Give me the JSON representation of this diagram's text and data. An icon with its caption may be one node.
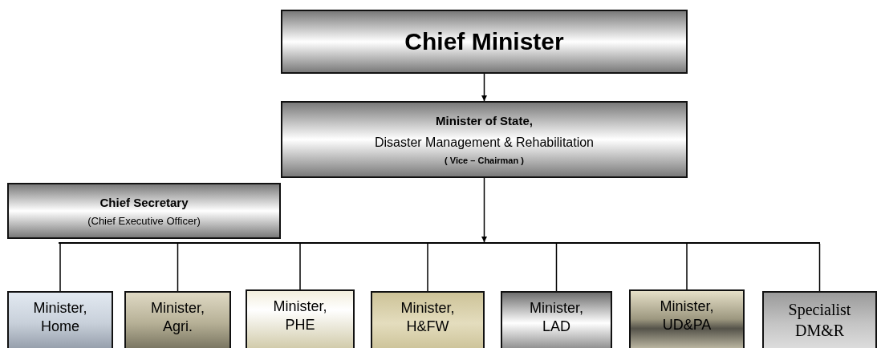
{
  "diagram": {
    "nodes": [
      {
        "text": [
          "Chief Minister"
        ]
      },
      {
        "text": [
          "Minister of State,",
          "Disaster Management & Rehabilitation",
          "( Vice – Chairman )"
        ]
      },
      {
        "text": [
          "Chief Secretary",
          "(Chief Executive Officer)"
        ]
      },
      {
        "text": [
          "Minister, Home"
        ]
      },
      {
        "text": [
          "Minister, Agri."
        ]
      },
      {
        "text": [
          "Minister, PHE"
        ]
      },
      {
        "text": [
          "Minister, H&FW"
        ]
      },
      {
        "text": [
          "Minister, LAD"
        ]
      },
      {
        "text": [
          "Minister, UD&PA"
        ]
      },
      {
        "text": [
          "Specialist DM&R"
        ]
      },
      {
        "text": [],
        "shape": "bar"
      }
    ],
    "edges": [
      {
        "from": 0,
        "to": 1,
        "arrow": "to"
      },
      {
        "from": 1,
        "to": 10,
        "arrow": "to"
      },
      {
        "from": 10,
        "to": 3,
        "arrow": "none"
      },
      {
        "from": 10,
        "to": 4,
        "arrow": "none"
      },
      {
        "from": 10,
        "to": 5,
        "arrow": "none"
      },
      {
        "from": 10,
        "to": 6,
        "arrow": "none"
      },
      {
        "from": 10,
        "to": 7,
        "arrow": "none"
      },
      {
        "from": 10,
        "to": 8,
        "arrow": "none"
      },
      {
        "from": 10,
        "to": 9,
        "arrow": "none"
      }
    ]
  }
}
